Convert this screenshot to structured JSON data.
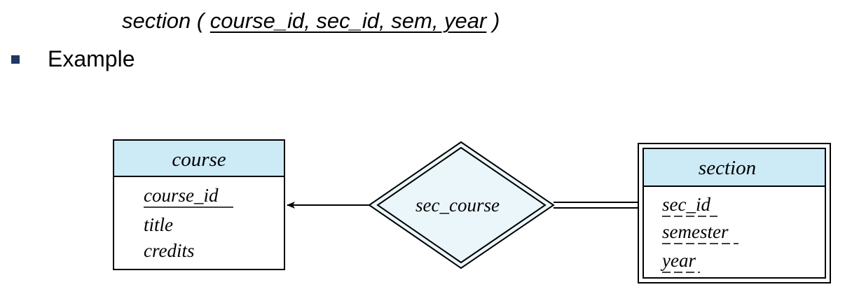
{
  "schema_line": {
    "relation": "section",
    "open": " ( ",
    "underlined": "course_id, sec_id, sem, year",
    "close": " )"
  },
  "example_label": "Example",
  "diagram": {
    "entity_course": {
      "name": "course",
      "attributes": [
        "course_id",
        "title",
        "credits"
      ]
    },
    "relationship": {
      "name": "sec_course"
    },
    "entity_section": {
      "name": "section",
      "attributes": [
        "sec_id",
        "semester",
        "year"
      ]
    },
    "colors": {
      "header_fill": "#cdeaf7",
      "diamond_fill": "#ebf6fb",
      "bullet": "#1f3864"
    }
  }
}
